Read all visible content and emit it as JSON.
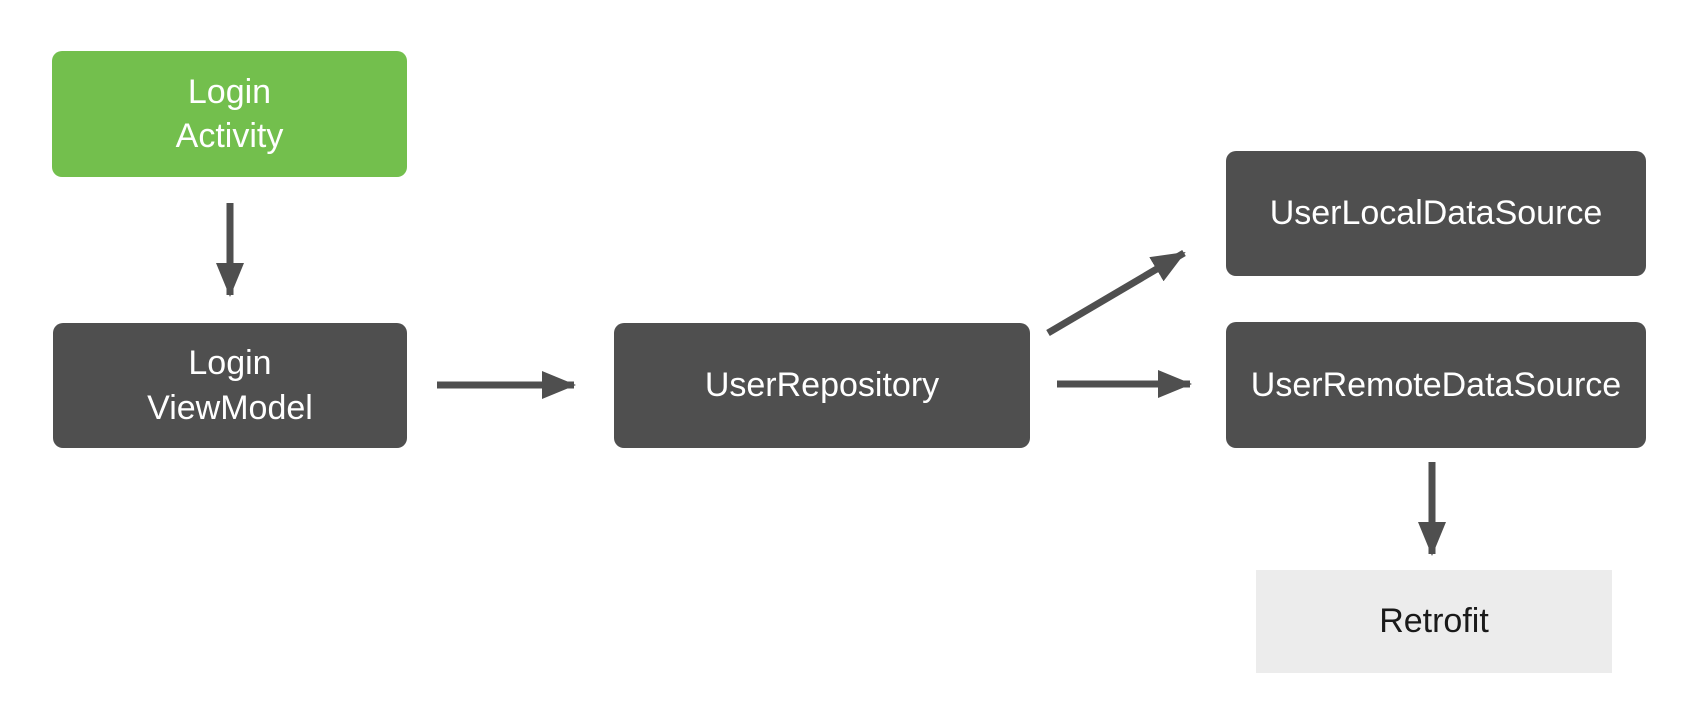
{
  "diagram": {
    "type": "flowchart",
    "description": "App architecture diagram showing a LoginActivity using a ViewModel, repository and data sources backed by Retrofit",
    "nodes": {
      "login_activity": {
        "label": "Login\nActivity",
        "style": "green"
      },
      "login_viewmodel": {
        "label": "Login\nViewModel",
        "style": "dark"
      },
      "user_repository": {
        "label": "UserRepository",
        "style": "dark"
      },
      "user_local_data_source": {
        "label": "UserLocalDataSource",
        "style": "dark"
      },
      "user_remote_data_source": {
        "label": "UserRemoteDataSource",
        "style": "dark"
      },
      "retrofit": {
        "label": "Retrofit",
        "style": "light"
      }
    },
    "edges": [
      {
        "from": "login_activity",
        "to": "login_viewmodel",
        "direction": "down"
      },
      {
        "from": "login_viewmodel",
        "to": "user_repository",
        "direction": "right"
      },
      {
        "from": "user_repository",
        "to": "user_local_data_source",
        "direction": "up-right"
      },
      {
        "from": "user_repository",
        "to": "user_remote_data_source",
        "direction": "right"
      },
      {
        "from": "user_remote_data_source",
        "to": "retrofit",
        "direction": "down"
      }
    ],
    "colors": {
      "activity_green": "#73bf4d",
      "node_dark_gray": "#4f4f4f",
      "retrofit_light_gray": "#ececec",
      "arrow_gray": "#4f4f4f",
      "node_text_light": "#ffffff",
      "retrofit_text_dark": "#1a1a1a",
      "background": "#ffffff"
    }
  }
}
